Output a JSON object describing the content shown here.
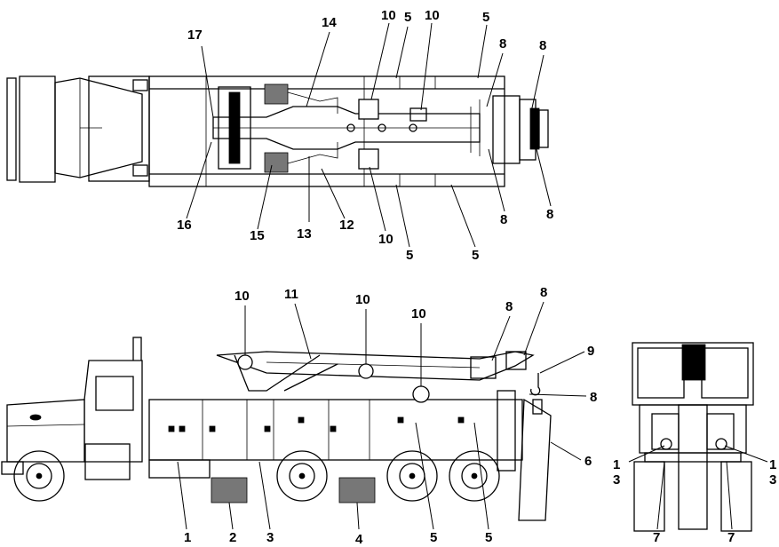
{
  "callouts": {
    "top": [
      "17",
      "14",
      "10",
      "5",
      "10",
      "5",
      "8",
      "8",
      "16",
      "15",
      "13",
      "12",
      "10",
      "5",
      "5",
      "8",
      "8"
    ],
    "side": [
      "10",
      "11",
      "10",
      "10",
      "8",
      "8",
      "9",
      "8",
      "6",
      "1",
      "2",
      "3",
      "4",
      "5",
      "5"
    ],
    "rear": [
      "1",
      "3",
      "1",
      "3",
      "7",
      "7"
    ]
  }
}
